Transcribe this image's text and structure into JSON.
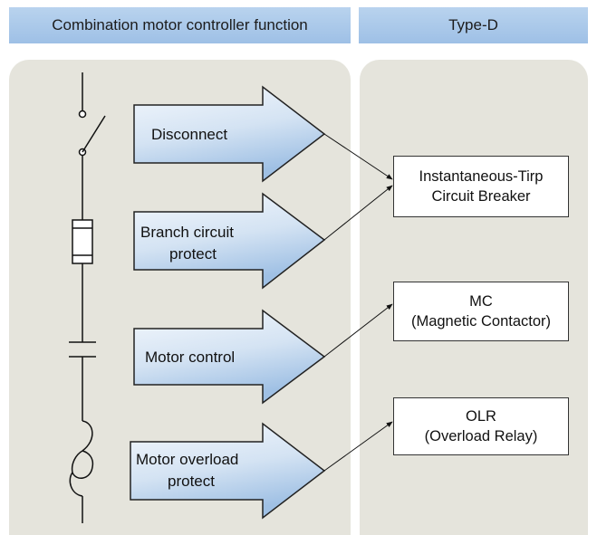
{
  "headers": {
    "left": "Combination motor controller function",
    "right": "Type-D"
  },
  "functions": {
    "disconnect": "Disconnect",
    "branch_line1": "Branch circuit",
    "branch_line2": "protect",
    "motor_control": "Motor control",
    "overload_line1": "Motor overload",
    "overload_line2": "protect"
  },
  "devices": {
    "breaker_line1": "Instantaneous-Tirp",
    "breaker_line2": "Circuit Breaker",
    "mc_line1": "MC",
    "mc_line2": "(Magnetic Contactor)",
    "olr_line1": "OLR",
    "olr_line2": "(Overload Relay)"
  },
  "colors": {
    "header_blue": "#a9c8ea",
    "panel_gray": "#e5e4dc",
    "arrow_fill_light": "#eef4fb",
    "arrow_fill_dark": "#a9c7e6"
  }
}
